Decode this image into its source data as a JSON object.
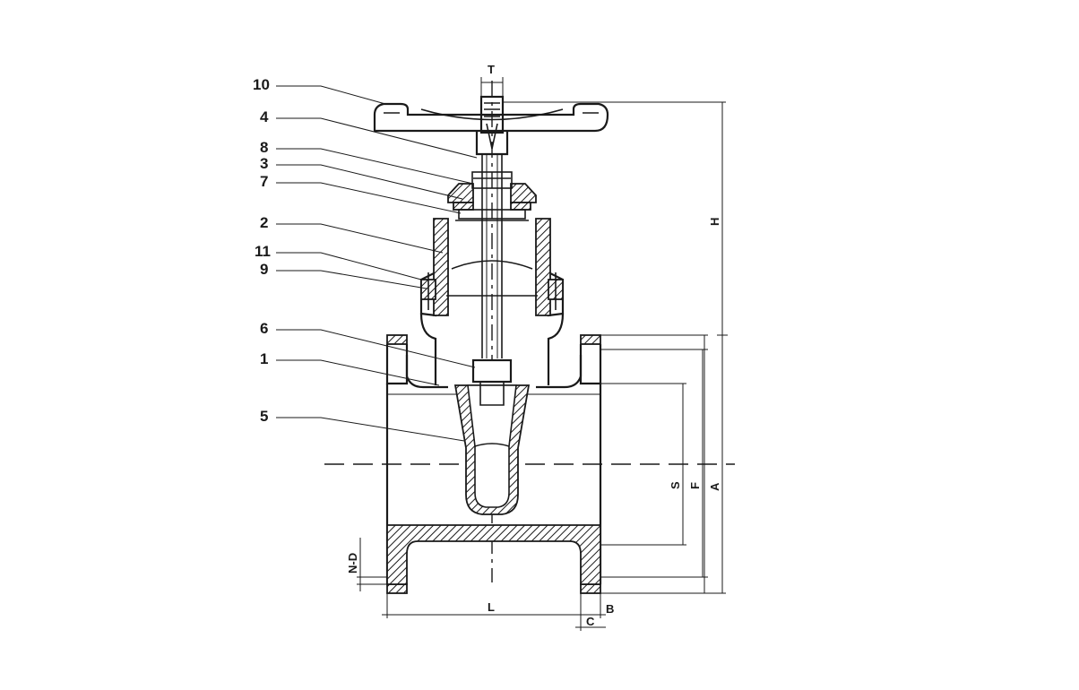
{
  "diagram": {
    "callouts": [
      {
        "id": "c10",
        "text": "10"
      },
      {
        "id": "c4",
        "text": "4"
      },
      {
        "id": "c8",
        "text": "8"
      },
      {
        "id": "c3",
        "text": "3"
      },
      {
        "id": "c7",
        "text": "7"
      },
      {
        "id": "c2",
        "text": "2"
      },
      {
        "id": "c11",
        "text": "11"
      },
      {
        "id": "c9",
        "text": "9"
      },
      {
        "id": "c6",
        "text": "6"
      },
      {
        "id": "c1",
        "text": "1"
      },
      {
        "id": "c5",
        "text": "5"
      }
    ],
    "dimensions": {
      "T": "T",
      "H": "H",
      "S": "S",
      "F": "F",
      "A": "A",
      "L": "L",
      "C": "C",
      "B": "B",
      "ND": "N-D"
    }
  }
}
